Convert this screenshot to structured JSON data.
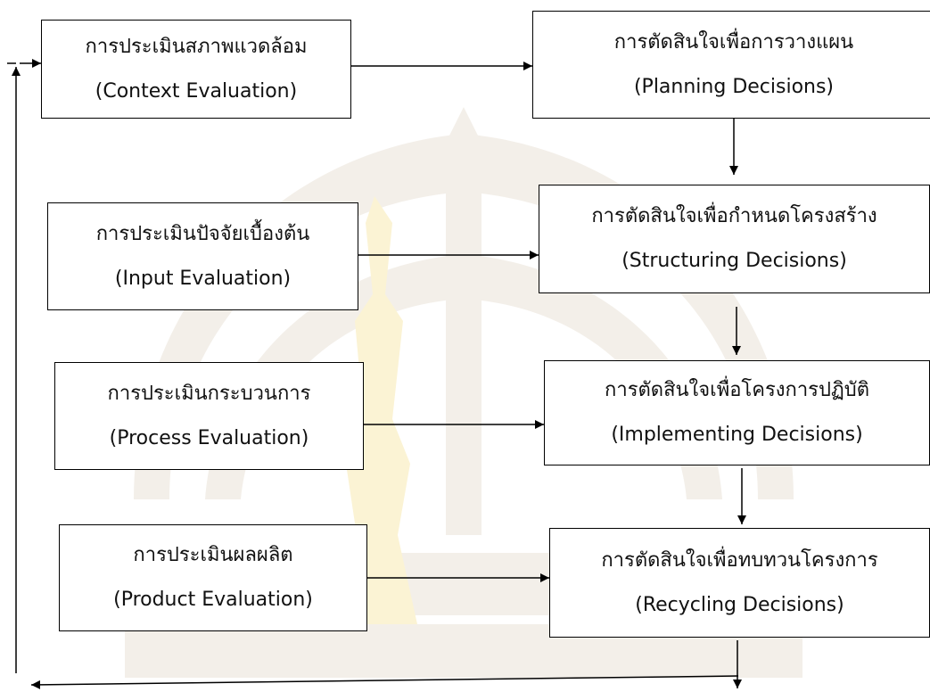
{
  "evaluations": {
    "context": {
      "thai": "การประเมินสภาพแวดล้อม",
      "english": "(Context Evaluation)"
    },
    "input": {
      "thai": "การประเมินปัจจัยเบื้องต้น",
      "english": "(Input Evaluation)"
    },
    "process": {
      "thai": "การประเมินกระบวนการ",
      "english": "(Process Evaluation)"
    },
    "product": {
      "thai": "การประเมินผลผลิต",
      "english": "(Product Evaluation)"
    }
  },
  "decisions": {
    "planning": {
      "thai": "การตัดสินใจเพื่อการวางแผน",
      "english": "(Planning Decisions)"
    },
    "structuring": {
      "thai": "การตัดสินใจเพื่อกำหนดโครงสร้าง",
      "english": "(Structuring Decisions)"
    },
    "implementing": {
      "thai": "การตัดสินใจเพื่อโครงการปฏิบัติ",
      "english": "(Implementing Decisions)"
    },
    "recycling": {
      "thai": "การตัดสินใจเพื่อทบทวนโครงการ",
      "english": "(Recycling Decisions)"
    }
  },
  "colors": {
    "line": "#000000",
    "box_border": "#000000",
    "watermark": "#f3efe9",
    "watermark_accent": "#fbf3d4"
  }
}
